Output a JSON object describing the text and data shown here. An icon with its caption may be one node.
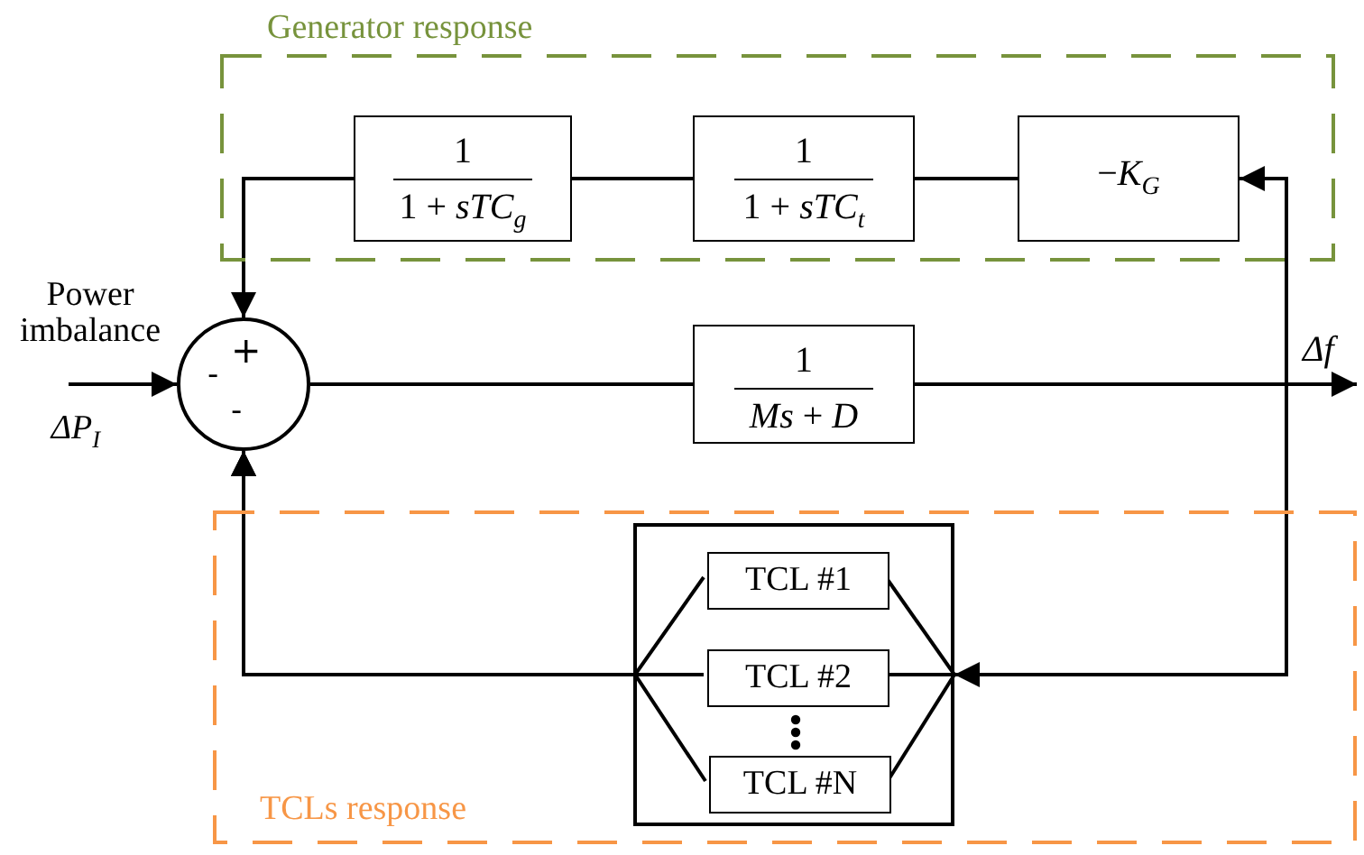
{
  "diagram": {
    "nodes": [
      {
        "text": [
          "Generator response"
        ]
      },
      {
        "text": [
          "1",
          "1 + *sTC*$_{g}$"
        ],
        "in": 0
      },
      {
        "text": [
          "1",
          "1 + *sTC*$_{t}$"
        ],
        "in": 0
      },
      {
        "text": [
          "−*K*$_{G}$"
        ],
        "in": 0
      },
      {
        "text": [
          "+",
          "-",
          "-"
        ]
      },
      {
        "text": [
          "1",
          "*Ms* + *D*"
        ]
      },
      {
        "text": [
          "TCLs response"
        ]
      },
      {
        "text": [],
        "shape": "box",
        "in": 6
      },
      {
        "text": [
          "TCL #1"
        ],
        "in": 7
      },
      {
        "text": [
          "TCL #2"
        ],
        "in": 7
      },
      {
        "text": [
          "TCL #N"
        ],
        "in": 7
      },
      {
        "text": [
          "Δf"
        ]
      }
    ],
    "edges": [
      {
        "from": null,
        "to": 4,
        "arrow": "to"
      },
      {
        "from": 3,
        "to": 2,
        "arrow": "none"
      },
      {
        "from": 2,
        "to": 1,
        "arrow": "none"
      },
      {
        "from": 1,
        "to": 4,
        "arrow": "to"
      },
      {
        "from": 4,
        "to": 5,
        "arrow": "none"
      },
      {
        "from": 5,
        "to": 11,
        "arrow": "to"
      },
      {
        "from": 5,
        "to": 3,
        "arrow": "to"
      },
      {
        "from": 5,
        "to": 7,
        "arrow": "to"
      },
      {
        "from": 7,
        "to": 8,
        "arrow": "none"
      },
      {
        "from": 7,
        "to": 9,
        "arrow": "none"
      },
      {
        "from": 7,
        "to": 10,
        "arrow": "none"
      },
      {
        "from": 8,
        "to": 4,
        "arrow": "to"
      },
      {
        "from": 9,
        "to": 4,
        "arrow": "to"
      },
      {
        "from": 10,
        "to": 4,
        "arrow": "to"
      }
    ],
    "labels": [
      "Power imbalance",
      "ΔP$_{I}$"
    ]
  }
}
